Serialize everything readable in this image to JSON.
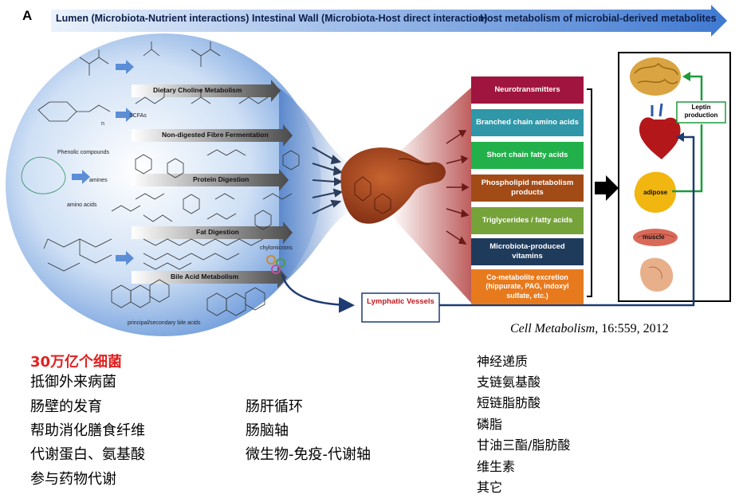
{
  "panel_letter": "A",
  "top_band": {
    "lumen": "Lumen (Microbiota-Nutrient interactions)",
    "wall": "Intestinal Wall (Microbiota-Host direct interaction)",
    "host": "Host metabolism of microbial-derived metabolites"
  },
  "processes": [
    "Dietary  Choline Metabolism",
    "Non-digested Fibre Fermentation",
    "Protein Digestion",
    "Fat Digestion",
    "Bile Acid Metabolism"
  ],
  "molecule_labels": {
    "scfas": "SCFAs",
    "phenolic": "Phenolic compounds",
    "amines": "amines",
    "amino_acids": "amino acids",
    "chylomicrons": "chylomicrons",
    "bile_acids": "principal/secondary bile acids",
    "n": "n"
  },
  "metabolites": [
    {
      "label": "Neurotransmitters",
      "color": "#a0153f"
    },
    {
      "label": "Branched chain amino acids",
      "color": "#2f97a8"
    },
    {
      "label": "Short chain fatty acids",
      "color": "#22b04a"
    },
    {
      "label": "Phospholipid metabolism products",
      "color": "#a24b17"
    },
    {
      "label": "Triglycerides / fatty acids",
      "color": "#76a23a"
    },
    {
      "label": "Microbiota-produced vitamins",
      "color": "#1f3b5c"
    },
    {
      "label": "Co-metabolite excretion (hippurate, PAG, indoxyl sulfate, etc.)",
      "color": "#e87a1e"
    }
  ],
  "lymphatic": "Lymphatic Vessels",
  "leptin": "Leptin production",
  "organs": {
    "adipose": "adipose",
    "muscle": "muscle"
  },
  "citation": {
    "journal": "Cell Metabolism",
    "rest": ", 16:559, 2012"
  },
  "notes_left": {
    "highlight": "30万亿个细菌",
    "items": [
      "抵御外来病菌",
      "肠壁的发育",
      "帮助消化膳食纤维",
      "代谢蛋白、氨基酸",
      "参与药物代谢"
    ]
  },
  "notes_middle": [
    "肠肝循环",
    "肠脑轴",
    "微生物-免疫-代谢轴"
  ],
  "notes_right": [
    "神经递质",
    "支链氨基酸",
    "短链脂肪酸",
    "磷脂",
    "甘油三酯/脂肪酸",
    "维生素",
    "其它"
  ],
  "colors": {
    "band": "#5b8ed6",
    "highlight_red": "#e02020",
    "lymph_line": "#1f3b73"
  }
}
